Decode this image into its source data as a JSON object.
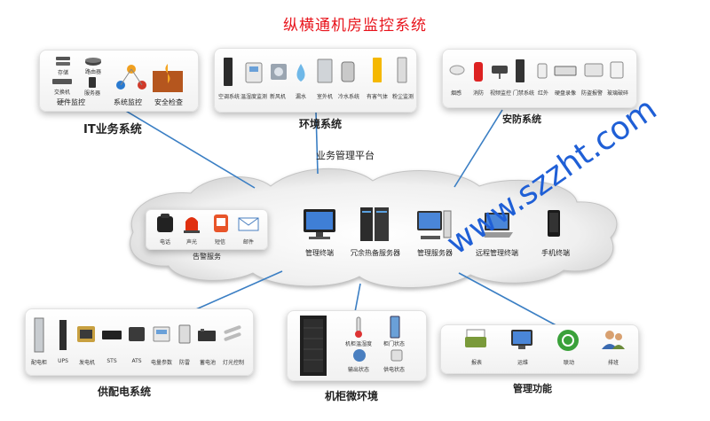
{
  "title": "纵横通机房监控系统",
  "platform_label": "业务管理平台",
  "watermark": "www.szzht.com",
  "colors": {
    "title": "#e8141c",
    "link_line": "#3b7fc4",
    "watermark": "#1f5fd6"
  },
  "it_system": {
    "label": "IT业务系统",
    "items": [
      "存储",
      "路由器",
      "交换机",
      "服务器",
      "硬件监控",
      "系统监控",
      "安全检查"
    ]
  },
  "env_system": {
    "label": "环境系统",
    "items": [
      "空调系统",
      "温湿度监测",
      "新风机",
      "漏水",
      "室外机",
      "冷水系统",
      "有害气体",
      "粉尘监测"
    ]
  },
  "security_system": {
    "label": "安防系统",
    "items": [
      "烟感",
      "消防",
      "视频监控",
      "门禁系统",
      "红外",
      "硬盘录像",
      "防盗报警",
      "玻璃破碎"
    ]
  },
  "cloud": {
    "alarm_items": [
      "电话",
      "声光",
      "短信",
      "邮件"
    ],
    "alarm_label": "告警服务",
    "terminal": "管理终端",
    "hotstandby": "冗余热备服务器",
    "server": "管理服务器",
    "remote": "远程管理终端",
    "mobile": "手机终端"
  },
  "power_system": {
    "label": "供配电系统",
    "items": [
      "配电柜",
      "UPS",
      "发电机",
      "STS",
      "ATS",
      "电量参数",
      "防雷",
      "蓄电池",
      "灯光控制"
    ]
  },
  "cabinet_system": {
    "label": "机柜微环境",
    "items": [
      "机柜温湿度",
      "柜门状态",
      "输出状态",
      "供电状态"
    ]
  },
  "management": {
    "label": "管理功能",
    "items": [
      "报表",
      "运维",
      "联动",
      "排班"
    ]
  }
}
